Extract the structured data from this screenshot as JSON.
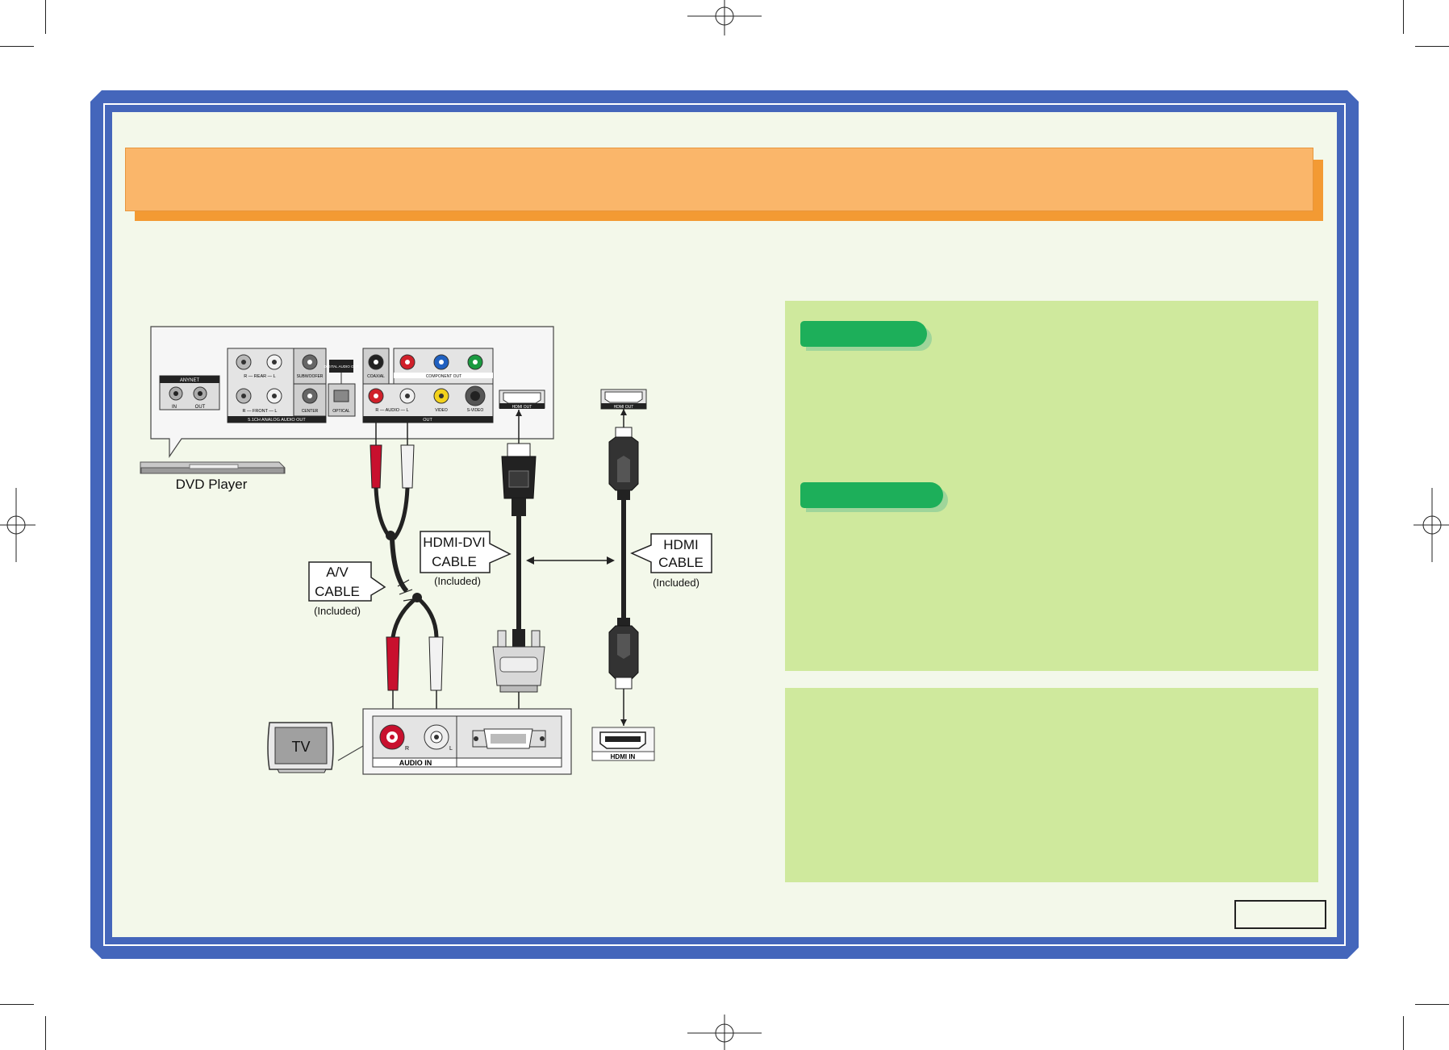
{
  "diagram": {
    "dvd_label": "DVD Player",
    "tv_label": "TV",
    "av_cable": {
      "line1": "A/V",
      "line2": "CABLE",
      "note": "(Included)"
    },
    "hdmi_dvi_cable": {
      "line1": "HDMI-DVI",
      "line2": "CABLE",
      "note": "(Included)"
    },
    "hdmi_cable": {
      "line1": "HDMI",
      "line2": "CABLE",
      "note": "(Included)"
    },
    "hdmi_in_label": "HDMI IN",
    "audio_in_label": "AUDIO IN",
    "jack_r": "R",
    "jack_l": "L",
    "panel_labels": {
      "anynet": "ANYNET",
      "in": "IN",
      "out": "OUT",
      "rear": "R — REAR — L",
      "subwoofer": "SUBWOOFER",
      "front": "R — FRONT — L",
      "center": "CENTER",
      "analog_out": "5.1CH ANALOG AUDIO OUT",
      "digital_audio_out": "DIGITAL AUDIO OUT",
      "optical": "OPTICAL",
      "coaxial": "COAXIAL",
      "component_out": "COMPONENT OUT",
      "audio": "R — AUDIO — L",
      "video": "VIDEO",
      "s_video": "S-VIDEO",
      "out_group": "OUT",
      "hdmi_out": "HDMI OUT",
      "hdmi_out_2": "HDMI OUT"
    }
  },
  "colors": {
    "frame": "#4466bb",
    "background": "#f3f8ea",
    "title_bar": "#fab66a",
    "panel": "#cfe99d",
    "tab": "#1daf5a"
  }
}
